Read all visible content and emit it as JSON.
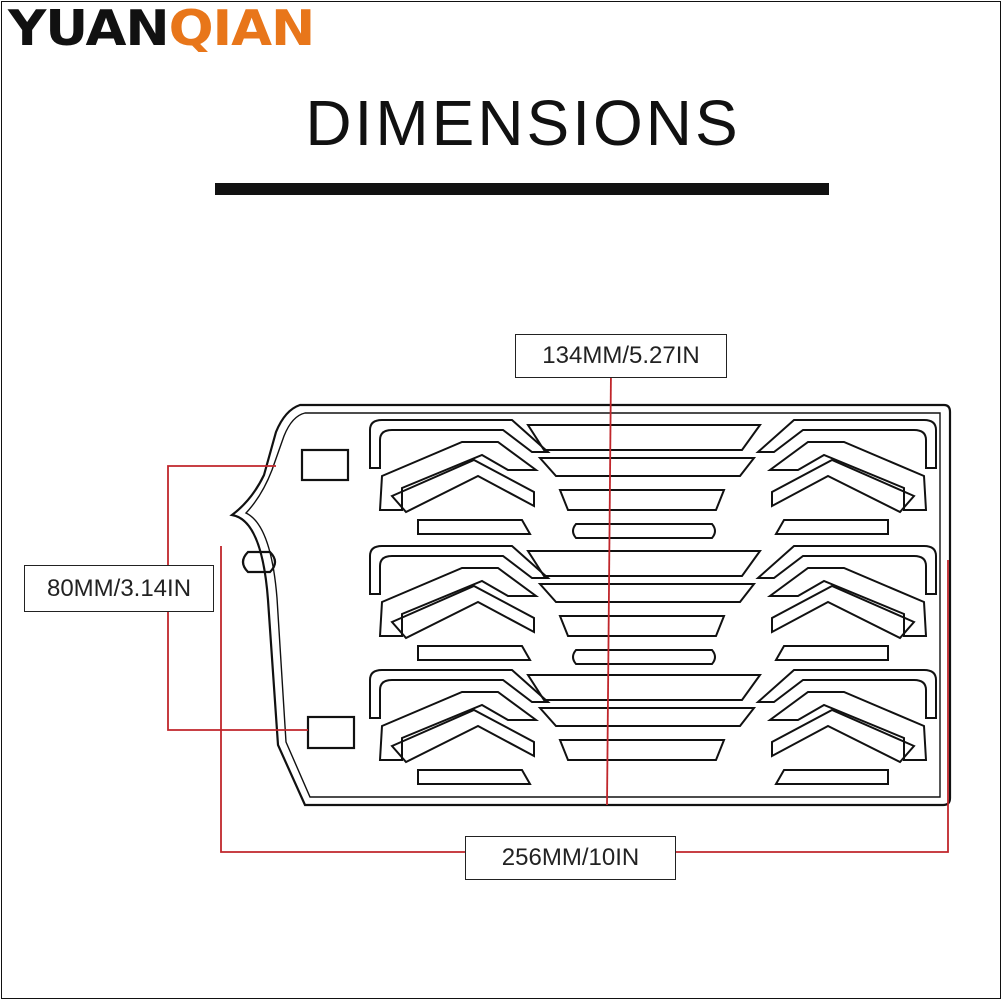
{
  "brand": {
    "part1": "YUAN",
    "part2": "QIAN",
    "color_dark": "#111111",
    "color_accent": "#e8761a"
  },
  "title": "DIMENSIONS",
  "dimensions": {
    "width_top": "134MM/5.27IN",
    "height": "80MM/3.14IN",
    "width_bottom": "256MM/10IN"
  },
  "colors": {
    "dimension_line": "#c0262b",
    "outline": "#111111"
  }
}
